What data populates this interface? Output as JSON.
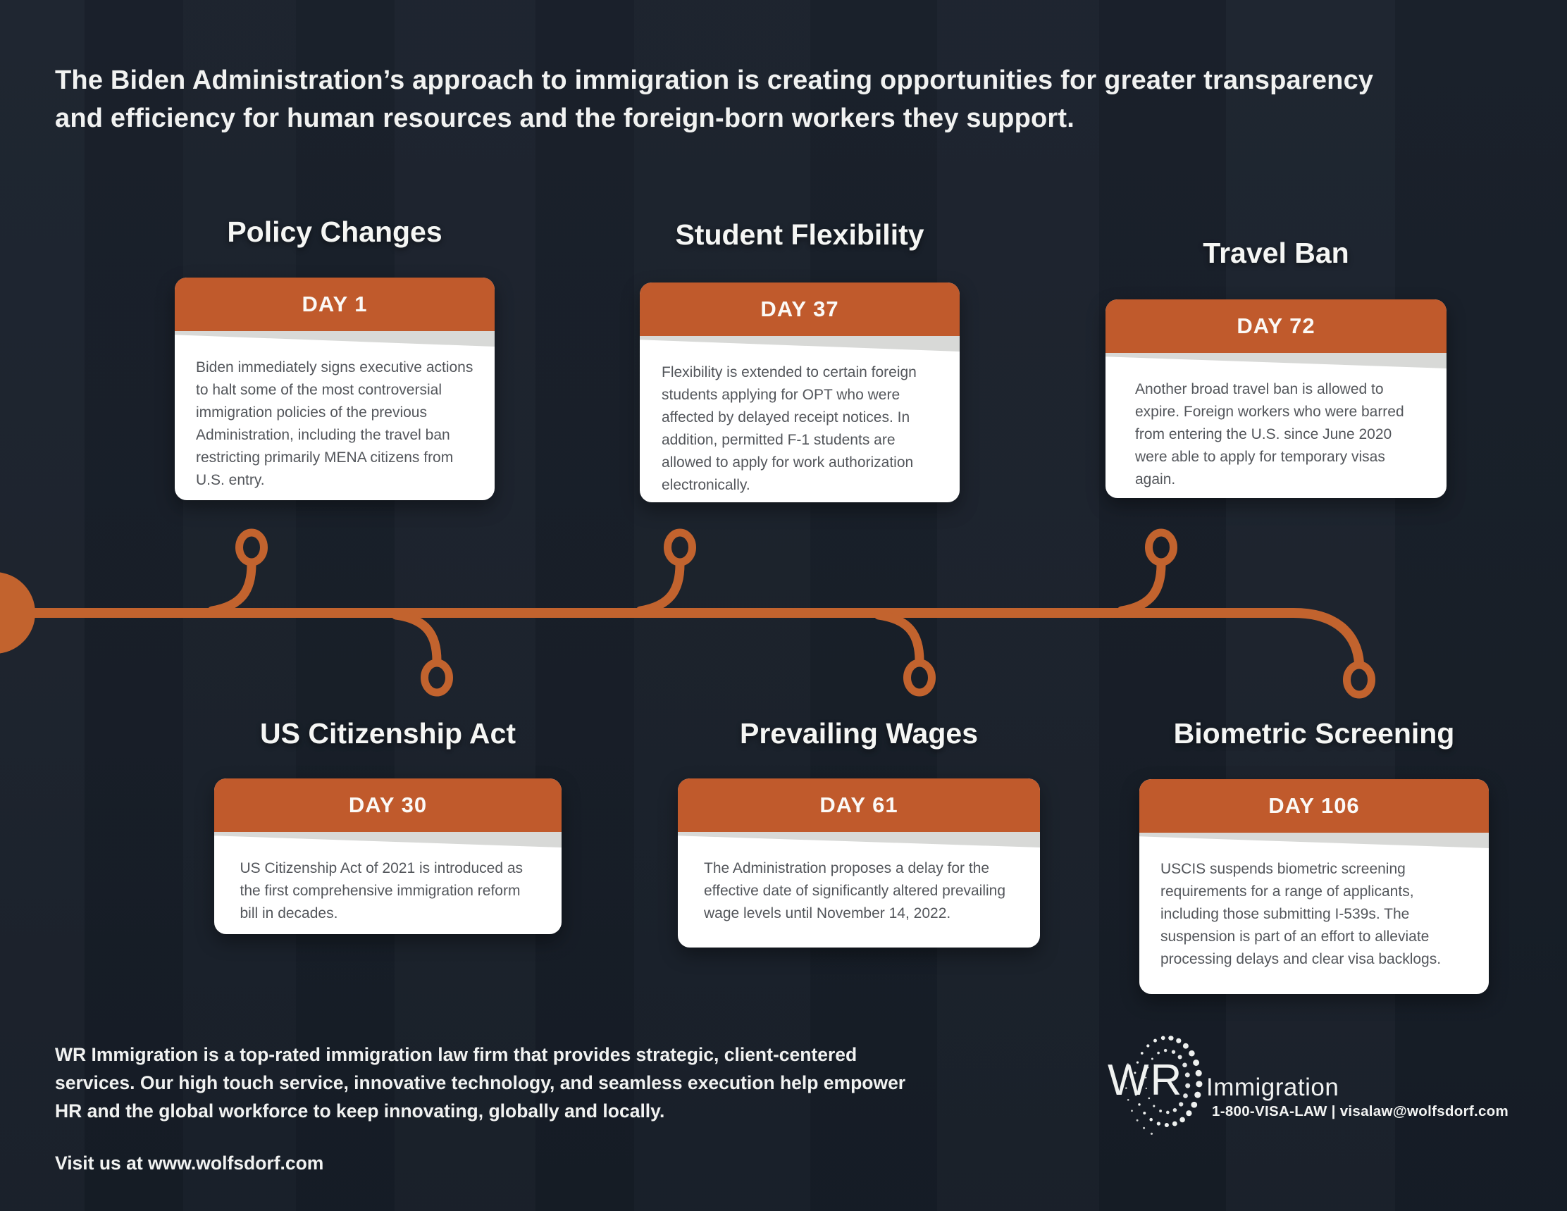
{
  "intro": {
    "lines": [
      "The Biden Administration’s approach to immigration is creating opportunities for greater transparency",
      "and efficiency for human resources and the foreign-born workers they support."
    ]
  },
  "cards": [
    {
      "title": "Policy Changes",
      "day": "DAY 1",
      "body": "Biden immediately signs executive actions to halt some of the most controversial immigration policies of the previous Administration, including the travel ban restricting primarily MENA citizens from U.S. entry."
    },
    {
      "title": "Student Flexibility",
      "day": "DAY 37",
      "body": "Flexibility is extended to certain foreign students applying for OPT who were affected by delayed receipt notices. In addition, permitted F-1 students are allowed to apply for work authorization electronically."
    },
    {
      "title": "Travel Ban",
      "day": "DAY 72",
      "body": "Another broad travel ban is allowed to expire. Foreign workers who were barred from entering the U.S. since June 2020 were able to apply for temporary visas again."
    },
    {
      "title": "US Citizenship Act",
      "day": "DAY 30",
      "body": "US Citizenship Act of 2021 is introduced as the first comprehensive immigration reform bill in decades."
    },
    {
      "title": "Prevailing Wages",
      "day": "DAY 61",
      "body": "The Administration proposes a delay for the effective date of significantly altered prevailing wage levels until November 14, 2022."
    },
    {
      "title": "Biometric Screening",
      "day": "DAY 106",
      "body": "USCIS suspends biometric screening requirements for a range of applicants, including those submitting I-539s. The suspension is part of an effort to alleviate processing delays and clear visa backlogs."
    }
  ],
  "footer": {
    "about_lines": [
      "WR Immigration is a top-rated immigration law firm that provides strategic, client-centered",
      "services. Our high touch service, innovative technology, and seamless execution help empower",
      "HR and the global workforce to keep innovating, globally and locally."
    ],
    "visit": "Visit us at www.wolfsdorf.com",
    "logo": {
      "wr": "WR",
      "name": "Immigration",
      "contact": "1-800-VISA-LAW  |  visalaw@wolfsdorf.com"
    }
  },
  "colors": {
    "background": "#1b222d",
    "accent_orange": "#c05a2c",
    "timeline_orange": "#c2632e",
    "card_body": "#ffffff",
    "card_text": "#53565b",
    "light_text": "#f1f2f1",
    "wedge_gray": "#d8d9d7"
  }
}
